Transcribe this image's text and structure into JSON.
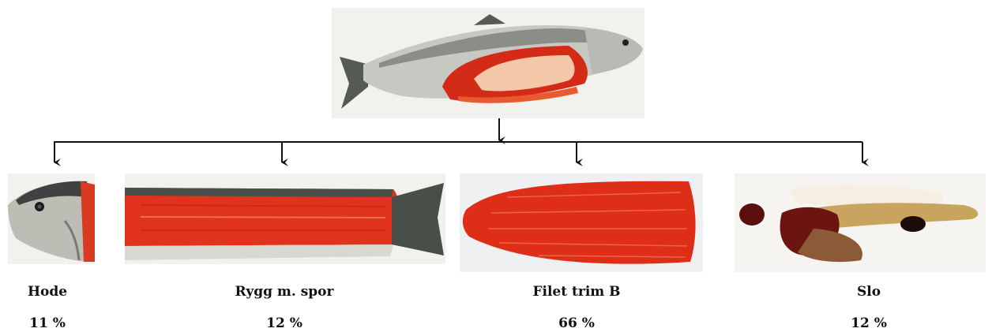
{
  "parts": [
    {
      "id": "hode",
      "label": "Hode",
      "percent": "11 %"
    },
    {
      "id": "rygg",
      "label": "Rygg m. spor",
      "percent": "12 %"
    },
    {
      "id": "filet",
      "label": "Filet trim B",
      "percent": "66 %"
    },
    {
      "id": "slo",
      "label": "Slo",
      "percent": "12 %"
    }
  ],
  "colors": {
    "flesh": "#e0321c",
    "flesh_light": "#f07a55",
    "skin_silver": "#c9c9c4",
    "skin_dark": "#4a4e48",
    "background_photo": "#f2f2ee",
    "line": "#111111"
  }
}
